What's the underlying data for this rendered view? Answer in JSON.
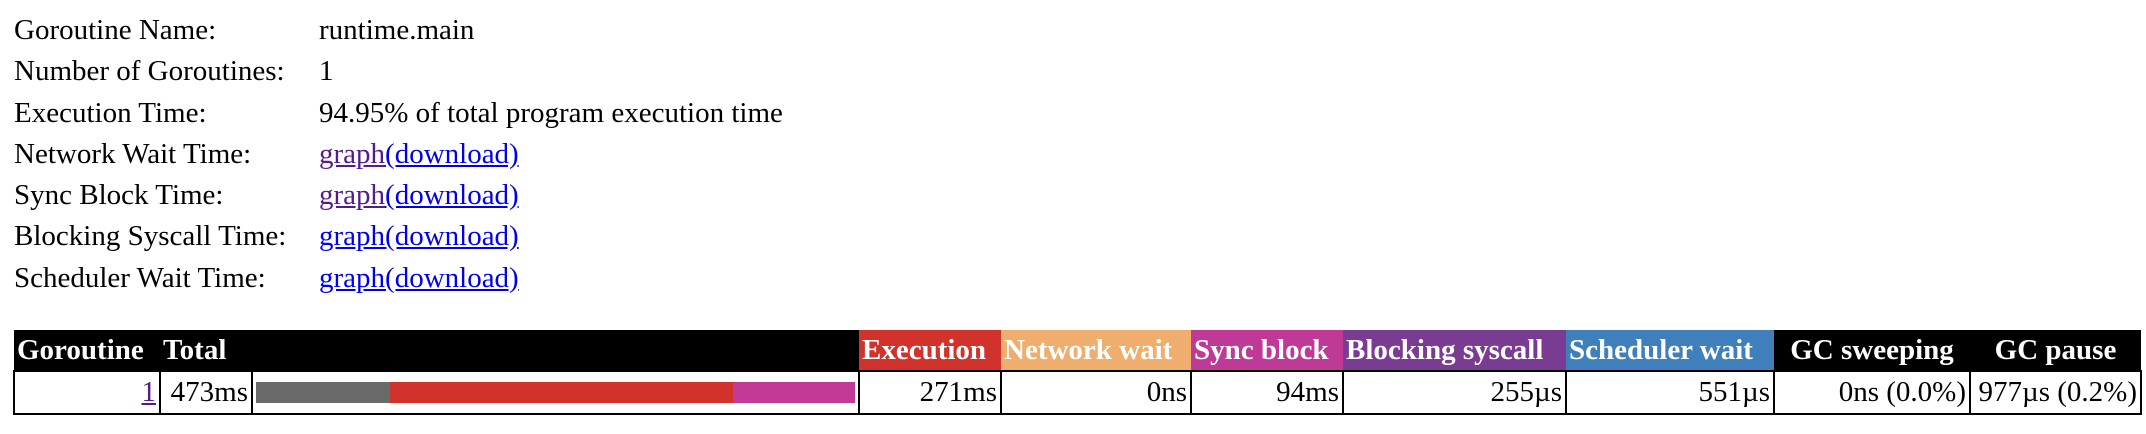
{
  "info": [
    {
      "label": "Goroutine Name:",
      "value": "runtime.main"
    },
    {
      "label": "Number of Goroutines:",
      "value": "1"
    },
    {
      "label": "Execution Time:",
      "value": "94.95% of total program execution time"
    },
    {
      "label": "Network Wait Time:",
      "graph": "graph",
      "download": "(download)",
      "visited": true
    },
    {
      "label": "Sync Block Time:",
      "graph": "graph",
      "download": "(download)",
      "visited": true
    },
    {
      "label": "Blocking Syscall Time:",
      "graph": "graph",
      "download": "(download)",
      "visited": false
    },
    {
      "label": "Scheduler Wait Time:",
      "graph": "graph",
      "download": "(download)",
      "visited": false
    }
  ],
  "table": {
    "headers": [
      {
        "text": "Goroutine",
        "color": "#000000"
      },
      {
        "text": "Total",
        "color": "#000000"
      },
      {
        "text": "",
        "color": "#000000"
      },
      {
        "text": "Execution",
        "color": "#d2322c"
      },
      {
        "text": "Network wait",
        "color": "#f0ae6e"
      },
      {
        "text": "Sync block",
        "color": "#bf3a96"
      },
      {
        "text": "Blocking syscall",
        "color": "#7a3c93"
      },
      {
        "text": "Scheduler wait",
        "color": "#3f7fbb"
      },
      {
        "text": "GC sweeping",
        "color": "#000000"
      },
      {
        "text": "GC pause",
        "color": "#000000"
      }
    ],
    "rows": [
      {
        "goroutine": "1",
        "total": "473ms",
        "bar": [
          {
            "name": "other",
            "fraction": 0.224,
            "color": "#6a6a6a"
          },
          {
            "name": "execution",
            "fraction": 0.573,
            "color": "#d2322c"
          },
          {
            "name": "sync-block",
            "fraction": 0.203,
            "color": "#c23a98"
          }
        ],
        "execution": "271ms",
        "network_wait": "0ns",
        "sync_block": "94ms",
        "blocking_syscall": "255µs",
        "scheduler_wait": "551µs",
        "gc_sweeping": "0ns (0.0%)",
        "gc_pause": "977µs (0.2%)"
      }
    ]
  }
}
